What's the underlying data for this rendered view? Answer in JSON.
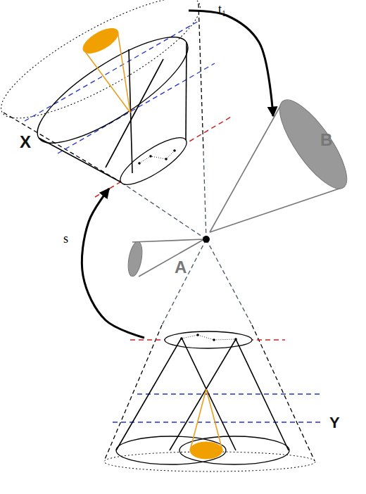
{
  "diagram": {
    "nodes": [
      {
        "text": [
          "X"
        ]
      },
      {
        "text": [
          "B"
        ]
      },
      {
        "text": [
          "A"
        ]
      },
      {
        "text": [
          "Y"
        ]
      }
    ],
    "edges": [
      {
        "from": 3,
        "to": 0,
        "label": "s",
        "arrow": "to"
      },
      {
        "from": 0,
        "to": 1,
        "label": "t₁",
        "arrow": "to"
      }
    ]
  }
}
